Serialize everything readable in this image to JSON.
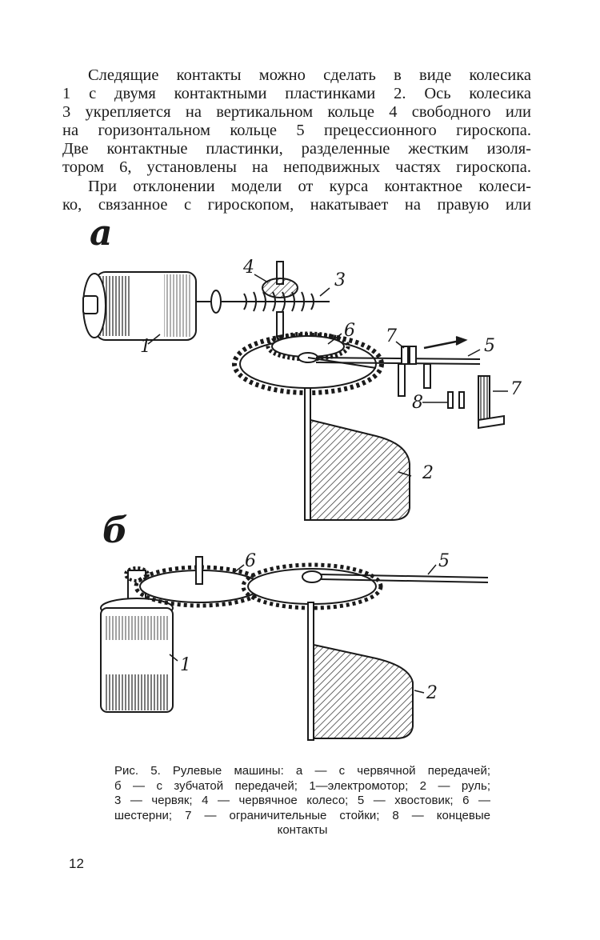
{
  "paragraphs": [
    {
      "lines": [
        "Следящие контакты можно сделать в виде колесика",
        "1 с двумя контактными пластинками 2. Ось колесика",
        "3 укрепляется на вертикальном кольце 4 свободного или",
        "на горизонтальном кольце 5 прецессионного гироскопа.",
        "Две контактные пластинки, разделенные жестким изоля-",
        "тором 6, установлены на неподвижных частях гироскопа."
      ]
    },
    {
      "lines": [
        "При отклонении модели от курса контактное колеси-",
        "ко, связанное с гироскопом, накатывает на правую или"
      ]
    }
  ],
  "figure_a": {
    "letter": "а",
    "labels": {
      "motor": "1",
      "rudder": "2",
      "worm": "3",
      "worm_wheel": "4",
      "tail": "5",
      "gear": "6",
      "stop_top": "7",
      "stop_right": "7",
      "contacts": "8"
    }
  },
  "figure_b": {
    "letter": "б",
    "labels": {
      "motor": "1",
      "rudder": "2",
      "tail": "5",
      "gears": "6"
    }
  },
  "caption": {
    "lines": [
      "Рис. 5. Рулевые машины: а — с червячной передачей;",
      "б — с зубчатой передачей; 1—электромотор; 2 — руль;",
      "3 — червяк; 4 — червячное колесо; 5 — хвостовик; 6 —",
      "шестерни; 7 — ограничительные стойки; 8 — концевые",
      "контакты"
    ]
  },
  "page_number": "12"
}
